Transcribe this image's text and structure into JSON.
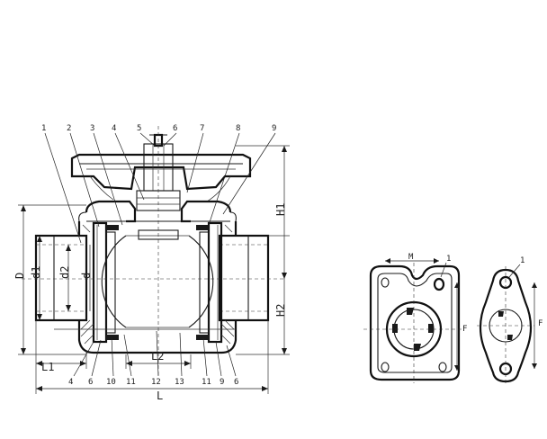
{
  "part_numbers_top": [
    "1",
    "2",
    "3",
    "4",
    "5",
    "6",
    "7",
    "8",
    "9"
  ],
  "part_numbers_bottom": [
    "4",
    "6",
    "10",
    "11",
    "12",
    "13",
    "11",
    "9",
    "6"
  ],
  "dimensions": {
    "D": "D",
    "d1": "d1",
    "d2": "d2",
    "d": "d",
    "H1": "H1",
    "H2": "H2",
    "L": "L",
    "L1": "L1",
    "L2": "L2"
  },
  "flange_views": {
    "left": {
      "part": "1",
      "width_dim": "M",
      "height_dim": "F"
    },
    "right": {
      "part": "1",
      "height_dim": "F"
    }
  }
}
